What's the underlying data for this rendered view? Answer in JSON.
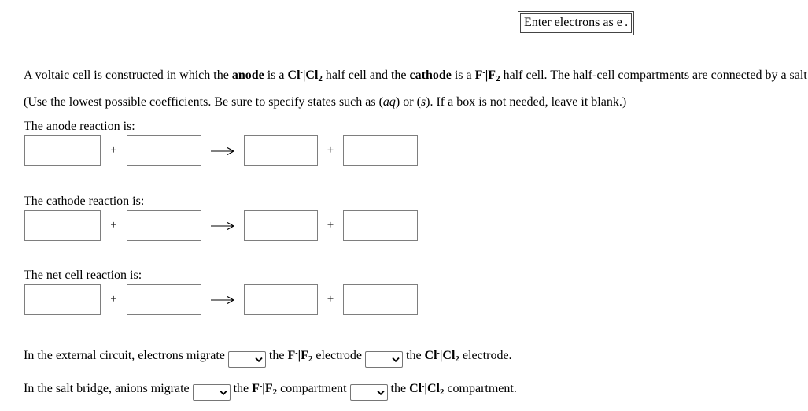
{
  "banner": {
    "text": "Enter electrons as e",
    "charge": "-",
    "period": "."
  },
  "intro": {
    "p1": "A voltaic cell is constructed in which the ",
    "anode_word": "anode",
    "p2": " is a ",
    "p3": " half cell and the ",
    "cathode_word": "cathode",
    "p4": " is a ",
    "p5": " half cell. The half-cell compartments are connected by a salt bridge."
  },
  "note": {
    "p1": "(Use the lowest possible coefficients. Be sure to specify states such as (",
    "aq": "aq",
    "p2": ") or (",
    "s": "s",
    "p3": "). If a box is not needed, leave it blank.)"
  },
  "formulas": {
    "cl": {
      "el1": "Cl",
      "charge": "-",
      "sep": "|",
      "el2": "Cl",
      "count": "2"
    },
    "f": {
      "el1": "F",
      "charge": "-",
      "sep": "|",
      "el2": "F",
      "count": "2"
    }
  },
  "operators": {
    "plus": "+"
  },
  "sections": {
    "anode": {
      "label": "The anode reaction is:"
    },
    "cathode": {
      "label": "The cathode reaction is:"
    },
    "net": {
      "label": "The net cell reaction is:"
    }
  },
  "controls": {
    "input_value": "",
    "select_value": ""
  },
  "external_line": {
    "p1": "In the external circuit, electrons migrate ",
    "p2": " the ",
    "p3": " electrode ",
    "p4": " the ",
    "p5": " electrode."
  },
  "salt_line": {
    "p1": "In the salt bridge, anions migrate ",
    "p2": " the ",
    "p3": " compartment ",
    "p4": " the ",
    "p5": " compartment."
  }
}
